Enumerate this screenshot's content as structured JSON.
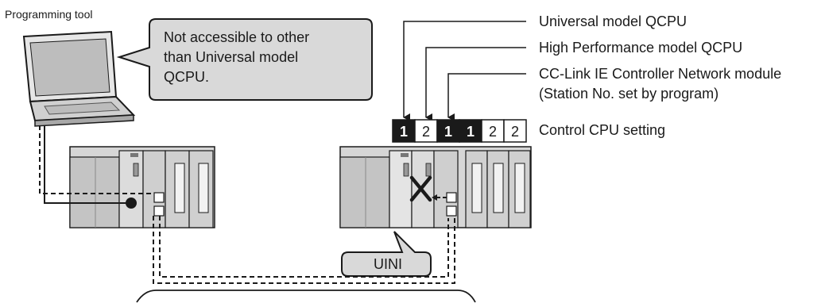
{
  "tool": {
    "label": "Programming tool"
  },
  "callout": {
    "line1": "Not accessible to other",
    "line2": "than Universal model",
    "line3": "QCPU."
  },
  "legend": {
    "universal": "Universal model QCPU",
    "high_performance": "High Performance model QCPU",
    "cclink_line1": "CC-Link IE Controller Network module",
    "cclink_line2": "(Station No. set by program)",
    "control_cpu_setting": "Control CPU setting"
  },
  "cpu_settings": {
    "cells": [
      "1",
      "2",
      "1",
      "1",
      "2",
      "2"
    ],
    "highlighted": [
      true,
      false,
      true,
      true,
      false,
      false
    ]
  },
  "uini_label": "UINI",
  "colors": {
    "module_fill": "#c8c8c8",
    "module_dark": "#9a9a9a",
    "callout_fill": "#d9d9d9",
    "cell_dark": "#1a1a1a"
  }
}
